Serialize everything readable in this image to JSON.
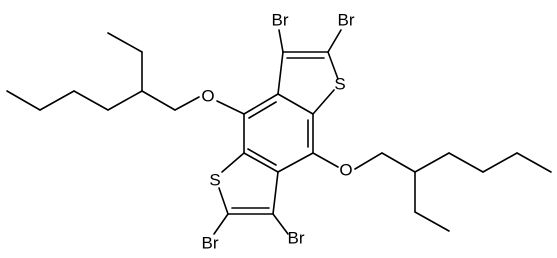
{
  "molecule": {
    "atoms": {
      "br_top_left": "Br",
      "br_top_right": "Br",
      "s_upper": "S",
      "o_left": "O",
      "s_lower": "S",
      "o_right": "O",
      "br_bottom_left": "Br",
      "br_bottom_right": "Br"
    }
  }
}
